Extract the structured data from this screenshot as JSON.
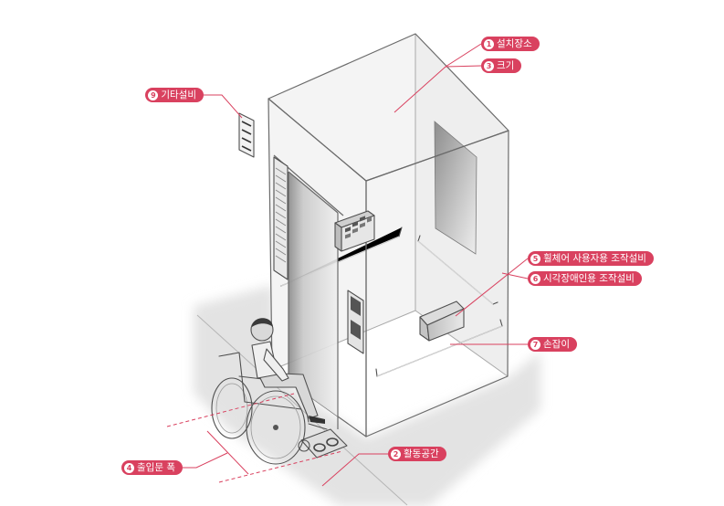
{
  "labels": {
    "installation_location": {
      "number": "1",
      "text": "설치장소"
    },
    "size": {
      "number": "3",
      "text": "크기"
    },
    "other_facilities": {
      "number": "9",
      "text": "기타설비"
    },
    "wheelchair_controls": {
      "number": "5",
      "text": "휠체어 사용자용 조작설비"
    },
    "visually_impaired_controls": {
      "number": "6",
      "text": "시각장애인용 조작설비"
    },
    "handrail": {
      "number": "7",
      "text": "손잡이"
    },
    "activity_space": {
      "number": "2",
      "text": "활동공간"
    },
    "door_width": {
      "number": "4",
      "text": "출입문 폭"
    }
  },
  "colors": {
    "label_fill": "#d9415f",
    "label_text": "#ffffff",
    "line": "#6b6b6b"
  }
}
